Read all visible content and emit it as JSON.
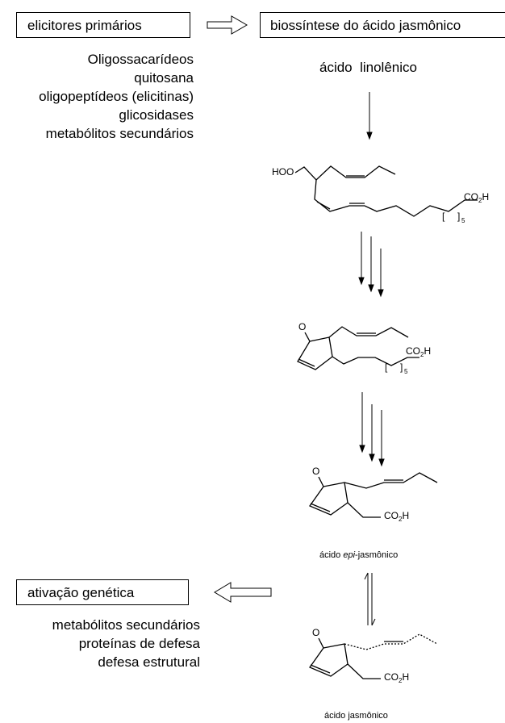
{
  "boxes": {
    "primary_elicitors": "elicitores primários",
    "jasmonic_biosynthesis": "biossíntese do ácido  jasmônico",
    "genetic_activation": "ativação genética"
  },
  "elicitor_list": [
    "Oligossacarídeos",
    "quitosana",
    "oligopeptídeos (elicitinas)",
    "glicosidases",
    "metabólitos secundários"
  ],
  "response_list": [
    "metabólitos secundários",
    "proteínas de defesa",
    "defesa estrutural"
  ],
  "pathway": {
    "start_compound": "ácido  linolênico",
    "hydroperoxide_group": "HOO",
    "carboxyl": "CO",
    "carboxyl_sub": "2",
    "carboxyl_h": "H",
    "repeat_count": "5",
    "ketone_o": "O",
    "epi_prefix": "ácido ",
    "epi_italic": "epi",
    "epi_suffix": "-jasmônico",
    "final_compound": "ácido jasmônico"
  }
}
